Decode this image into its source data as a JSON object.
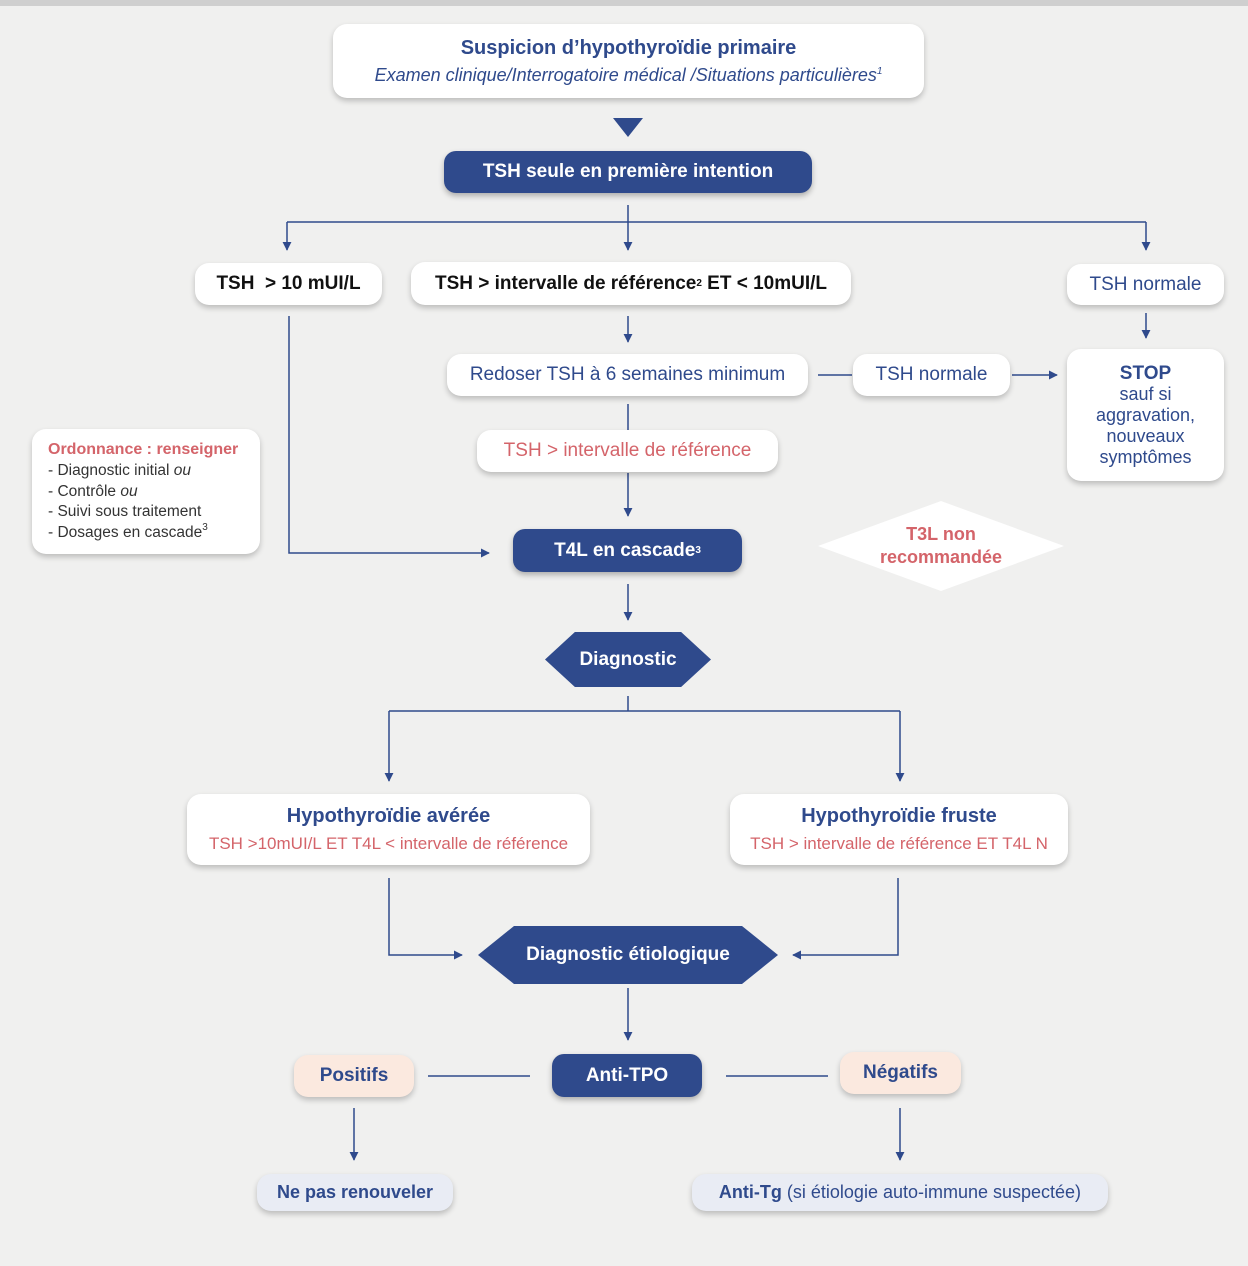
{
  "nodes": {
    "start_title": "Suspicion d’hypothyroïdie primaire",
    "start_subtitle": "Examen clinique/Interrogatoire médical /Situations particulières",
    "start_subtitle_note": "1",
    "tsh_first": "TSH seule en première intention",
    "tsh_gt10": "TSH  > 10 mUI/L",
    "tsh_interval_a": "TSH > intervalle de référence",
    "tsh_interval_note": "2",
    "tsh_interval_b": " ET < 10mUI/L",
    "tsh_normal_right": "TSH normale",
    "redose": "Redoser TSH à 6 semaines minimum",
    "tsh_normal_mid": "TSH normale",
    "stop_title": "STOP",
    "stop_text_1": "sauf si",
    "stop_text_2": "aggravation,",
    "stop_text_3": "nouveaux",
    "stop_text_4": "symptômes",
    "tsh_gt_interval": "TSH > intervalle de référence",
    "t4l_cascade": "T4L en cascade",
    "t4l_cascade_note": "3",
    "t3l_1": "T3L non",
    "t3l_2": "recommandée",
    "diagnostic": "Diagnostic",
    "hypo_averee_title": "Hypothyroïdie avérée",
    "hypo_averee_sub": "TSH >10mUI/L ET T4L < intervalle de référence",
    "hypo_fruste_title": "Hypothyroïdie fruste",
    "hypo_fruste_sub": "TSH > intervalle de référence ET T4L N",
    "diag_etio": "Diagnostic étiologique",
    "anti_tpo": "Anti-TPO",
    "positifs": "Positifs",
    "negatifs": "Négatifs",
    "ne_pas_renouveler": "Ne pas renouveler",
    "anti_tg_bold": "Anti-Tg",
    "anti_tg_rest": " (si étiologie auto-immune suspectée)"
  },
  "ordonnance": {
    "title": "Ordonnance : renseigner",
    "item1": "- Diagnostic initial ",
    "item1_em": "ou",
    "item2": "- Contrôle ",
    "item2_em": "ou",
    "item3": "- Suivi sous traitement",
    "item4": "- Dosages en cascade",
    "item4_note": "3"
  },
  "colors": {
    "navy": "#2f4a8c",
    "red_text": "#d4646a",
    "background": "#f0f0ef",
    "peach": "#fbe9df",
    "lavender": "#e9ecf4"
  }
}
